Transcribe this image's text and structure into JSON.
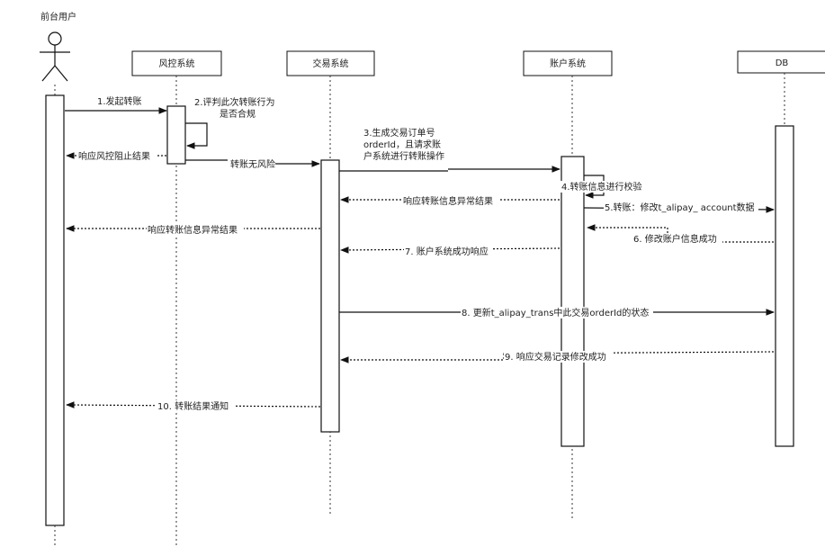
{
  "actor": {
    "label": "前台用户"
  },
  "participants": [
    {
      "id": "risk",
      "label": "风控系统"
    },
    {
      "id": "trade",
      "label": "交易系统"
    },
    {
      "id": "account",
      "label": "账户系统"
    },
    {
      "id": "db",
      "label": "DB"
    }
  ],
  "messages": [
    {
      "id": "m1",
      "lines": [
        "1.发起转账"
      ],
      "style": "solid"
    },
    {
      "id": "m2",
      "lines": [
        "2.评判此次转账行为",
        "是否合规"
      ],
      "style": "solid"
    },
    {
      "id": "m3",
      "lines": [
        "响应风控阻止结果"
      ],
      "style": "dotted"
    },
    {
      "id": "m4",
      "lines": [
        "转账无风险"
      ],
      "style": "solid"
    },
    {
      "id": "m5",
      "lines": [
        "3.生成交易订单号",
        "orderId，且请求账",
        "户系统进行转账操作"
      ],
      "style": "solid"
    },
    {
      "id": "m6",
      "lines": [
        "4.转账信息进行校验"
      ],
      "style": "solid"
    },
    {
      "id": "m7",
      "lines": [
        "响应转账信息异常结果"
      ],
      "style": "dotted"
    },
    {
      "id": "m8",
      "lines": [
        "5.转账：修改t_alipay_ account数据"
      ],
      "style": "solid"
    },
    {
      "id": "m9",
      "lines": [
        "响应转账信息异常结果"
      ],
      "style": "dotted"
    },
    {
      "id": "m10",
      "lines": [
        "6. 修改账户信息成功"
      ],
      "style": "dotted"
    },
    {
      "id": "m11",
      "lines": [
        "7. 账户系统成功响应"
      ],
      "style": "dotted"
    },
    {
      "id": "m12",
      "lines": [
        "8. 更新t_alipay_trans中此交易orderId的状态"
      ],
      "style": "solid"
    },
    {
      "id": "m13",
      "lines": [
        "9. 响应交易记录修改成功"
      ],
      "style": "dotted"
    },
    {
      "id": "m14",
      "lines": [
        "10. 转账结果通知"
      ],
      "style": "dotted"
    }
  ]
}
